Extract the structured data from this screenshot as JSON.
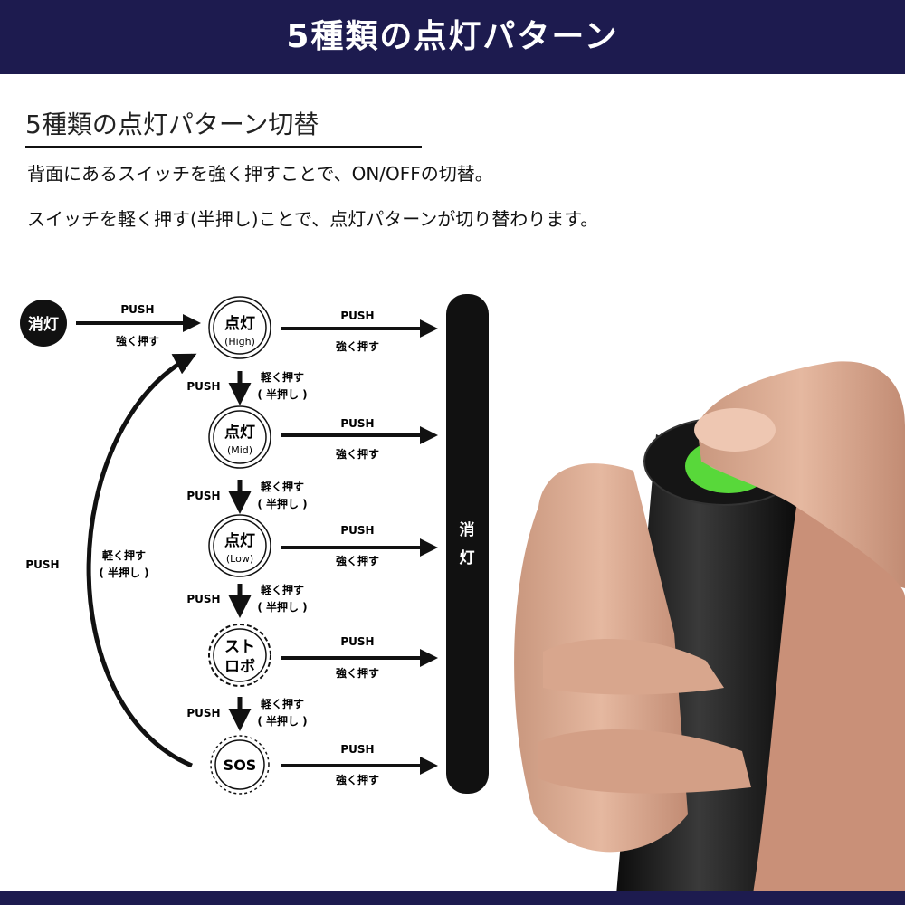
{
  "banner": {
    "title": "5種類の点灯パターン"
  },
  "section": {
    "heading": "5種類の点灯パターン切替",
    "line1": "背面にあるスイッチを強く押すことで、ON/OFFの切替。",
    "line2": "スイッチを軽く押す(半押し)ことで、点灯パターンが切り替わります。"
  },
  "diagram": {
    "start_label": "消灯",
    "off_bar_label": [
      "消",
      "灯"
    ],
    "modes": [
      {
        "label": "点灯",
        "sub": "(High)"
      },
      {
        "label": "点灯",
        "sub": "(Mid)"
      },
      {
        "label": "点灯",
        "sub": "(Low)"
      },
      {
        "label": "スト",
        "sub": "ロボ"
      },
      {
        "label": "SOS",
        "sub": ""
      }
    ],
    "push": "PUSH",
    "strong_push": "強く押す",
    "light_push": "軽く押す",
    "half_push": "( 半押し )",
    "loop_light_push": "軽く押す",
    "loop_half_push": "( 半押し )"
  }
}
